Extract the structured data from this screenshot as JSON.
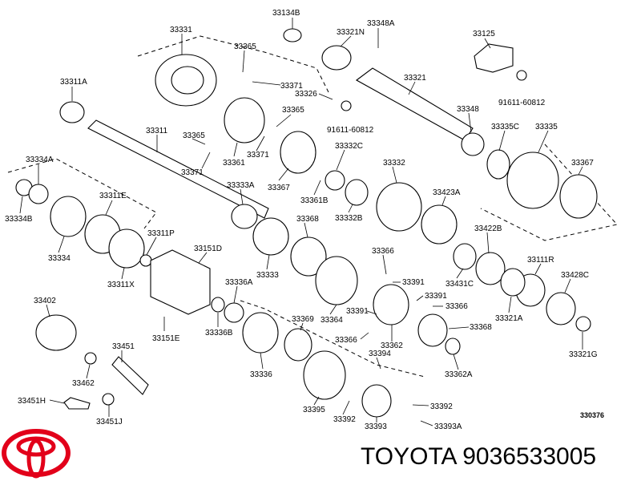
{
  "diagram_code": "330376",
  "brand": {
    "text": "TOYOTA 9036533005",
    "logo": "toyota-logo-icon",
    "logo_color": "#e2001a"
  },
  "labels": [
    {
      "id": "33134B",
      "text": "33134B"
    },
    {
      "id": "33348A",
      "text": "33348A"
    },
    {
      "id": "33331",
      "text": "33331"
    },
    {
      "id": "33321N",
      "text": "33321N"
    },
    {
      "id": "33125",
      "text": "33125"
    },
    {
      "id": "33365a",
      "text": "33365"
    },
    {
      "id": "33311A",
      "text": "33311A"
    },
    {
      "id": "33321",
      "text": "33321"
    },
    {
      "id": "33371a",
      "text": "33371"
    },
    {
      "id": "33326",
      "text": "33326"
    },
    {
      "id": "91611a",
      "text": "91611-60812"
    },
    {
      "id": "33348",
      "text": "33348"
    },
    {
      "id": "33365b",
      "text": "33365"
    },
    {
      "id": "91611b",
      "text": "91611-60812"
    },
    {
      "id": "33311",
      "text": "33311"
    },
    {
      "id": "33365c",
      "text": "33365"
    },
    {
      "id": "33335C",
      "text": "33335C"
    },
    {
      "id": "33335",
      "text": "33335"
    },
    {
      "id": "33332C",
      "text": "33332C"
    },
    {
      "id": "33371b",
      "text": "33371"
    },
    {
      "id": "33361",
      "text": "33361"
    },
    {
      "id": "33371c",
      "text": "33371"
    },
    {
      "id": "33334A",
      "text": "33334A"
    },
    {
      "id": "33332",
      "text": "33332"
    },
    {
      "id": "33367a",
      "text": "33367"
    },
    {
      "id": "33333A",
      "text": "33333A"
    },
    {
      "id": "33367b",
      "text": "33367"
    },
    {
      "id": "33311E",
      "text": "33311E"
    },
    {
      "id": "33423A",
      "text": "33423A"
    },
    {
      "id": "33361B",
      "text": "33361B"
    },
    {
      "id": "33334B",
      "text": "33334B"
    },
    {
      "id": "33368",
      "text": "33368"
    },
    {
      "id": "33332B",
      "text": "33332B"
    },
    {
      "id": "33422B",
      "text": "33422B"
    },
    {
      "id": "33311P",
      "text": "33311P"
    },
    {
      "id": "33334",
      "text": "33334"
    },
    {
      "id": "33151D",
      "text": "33151D"
    },
    {
      "id": "33366a",
      "text": "33366"
    },
    {
      "id": "33111R",
      "text": "33111R"
    },
    {
      "id": "33333",
      "text": "33333"
    },
    {
      "id": "33336A",
      "text": "33336A"
    },
    {
      "id": "33391a",
      "text": "33391"
    },
    {
      "id": "33428C",
      "text": "33428C"
    },
    {
      "id": "33311X",
      "text": "33311X"
    },
    {
      "id": "33431C",
      "text": "33431C"
    },
    {
      "id": "33391b",
      "text": "33391"
    },
    {
      "id": "33402",
      "text": "33402"
    },
    {
      "id": "33391c",
      "text": "33391"
    },
    {
      "id": "33366b",
      "text": "33366"
    },
    {
      "id": "33321A",
      "text": "33321A"
    },
    {
      "id": "33369",
      "text": "33369"
    },
    {
      "id": "33364",
      "text": "33364"
    },
    {
      "id": "33368b",
      "text": "33368"
    },
    {
      "id": "33151E",
      "text": "33151E"
    },
    {
      "id": "33336B",
      "text": "33336B"
    },
    {
      "id": "33366c",
      "text": "33366"
    },
    {
      "id": "33362",
      "text": "33362"
    },
    {
      "id": "33451",
      "text": "33451"
    },
    {
      "id": "33394",
      "text": "33394"
    },
    {
      "id": "33321G",
      "text": "33321G"
    },
    {
      "id": "33462",
      "text": "33462"
    },
    {
      "id": "33336",
      "text": "33336"
    },
    {
      "id": "33362A",
      "text": "33362A"
    },
    {
      "id": "33451H",
      "text": "33451H"
    },
    {
      "id": "33395",
      "text": "33395"
    },
    {
      "id": "33392a",
      "text": "33392"
    },
    {
      "id": "33392b",
      "text": "33392"
    },
    {
      "id": "33451J",
      "text": "33451J"
    },
    {
      "id": "33393",
      "text": "33393"
    },
    {
      "id": "33393A",
      "text": "33393A"
    }
  ]
}
